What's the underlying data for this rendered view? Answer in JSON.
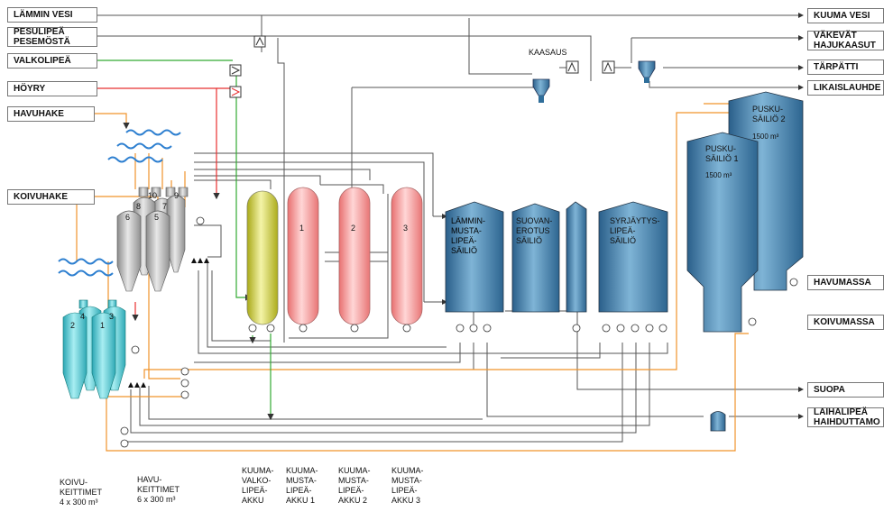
{
  "inputs": {
    "lammin_vesi": "LÄMMIN VESI",
    "pesulipea": "PESULIPEÄ\nPESEMÖSTÄ",
    "valkolipea": "VALKOLIPEÄ",
    "hoyry": "HÖYRY",
    "havuhake": "HAVUHAKE",
    "koivuhake": "KOIVUHAKE"
  },
  "outputs": {
    "kuuma_vesi": "KUUMA VESI",
    "vakevat": "VÄKEVÄT\nHAJUKAASUT",
    "tarpatti": "TÄRPÄTTI",
    "likaislauhde": "LIKAISLAUHDE",
    "havumassa": "HAVUMASSA",
    "koivumassa": "KOIVUMASSA",
    "suopa": "SUOPA",
    "laihalipea": "LAIHALIPEÄ\nHAIHDUTTAMO"
  },
  "labels": {
    "kaasaus": "KAASAUS",
    "lammin_musta": "LÄMMIN-\nMUSTA-\nLIPEÄ-\nSÄILIÖ",
    "suovan": "SUOVAN-\nEROTUS\nSÄILIÖ",
    "syrjaytys": "SYRJÄYTYS-\nLIPEÄ-\nSÄILIÖ",
    "pusku1": "PUSKU-\nSÄILIÖ 1",
    "pusku1_vol": "1500 m³",
    "pusku2": "PUSKU-\nSÄILIÖ 2",
    "pusku2_vol": "1500 m³",
    "akku_1": "1",
    "akku_2": "2",
    "akku_3": "3"
  },
  "digesters": {
    "havu": [
      "8",
      "10",
      "7",
      "9",
      "6",
      "5"
    ],
    "koivu": [
      "4",
      "3",
      "2",
      "1"
    ]
  },
  "captions": {
    "koivu": "KOIVU-\nKEITTIMET\n4 x 300 m³",
    "havu": "HAVU-\nKEITTIMET\n6 x 300 m³",
    "valko": "KUUMA-\nVALKO-\nLIPEÄ-\nAKKU",
    "musta1": "KUUMA-\nMUSTA-\nLIPEÄ-\nAKKU 1",
    "musta2": "KUUMA-\nMUSTA-\nLIPEÄ-\nAKKU 2",
    "musta3": "KUUMA-\nMUSTA-\nLIPEÄ-\nAKKU 3"
  },
  "colors": {
    "pipe": "#444444",
    "orange": "#f0932b",
    "green": "#33aa33",
    "red": "#e83030",
    "tank_blue": "#3f7fb0",
    "koivu_teal": "#55c5cf",
    "havu_grey": "#b0b0b0",
    "akku_pink": "#f39b9b",
    "akku_yellow": "#d4d43a"
  }
}
